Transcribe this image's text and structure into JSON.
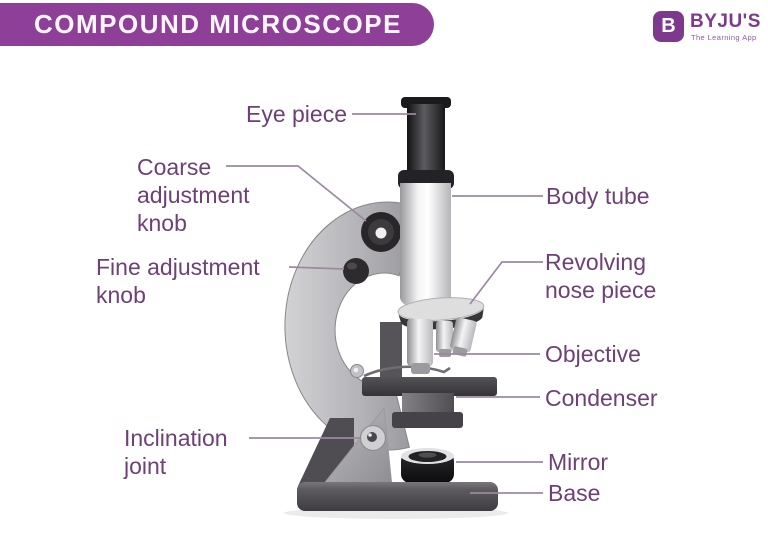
{
  "header": {
    "title": "COMPOUND MICROSCOPE"
  },
  "brand": {
    "name": "BYJU'S",
    "tagline": "The Learning App",
    "icon_letter": "B"
  },
  "labels": {
    "eye_piece": "Eye piece",
    "coarse_adjustment_knob": "Coarse adjustment knob",
    "fine_adjustment_knob": "Fine adjustment knob",
    "inclination_joint": "Inclination joint",
    "body_tube": "Body tube",
    "revolving_nose_piece": "Revolving nose piece",
    "objective": "Objective",
    "condenser": "Condenser",
    "mirror": "Mirror",
    "base": "Base"
  },
  "colors": {
    "banner_purple": "#8e3f98",
    "brand_purple": "#7d3a8c",
    "label_text": "#6e4076",
    "leader_line": "#9b89a1"
  }
}
